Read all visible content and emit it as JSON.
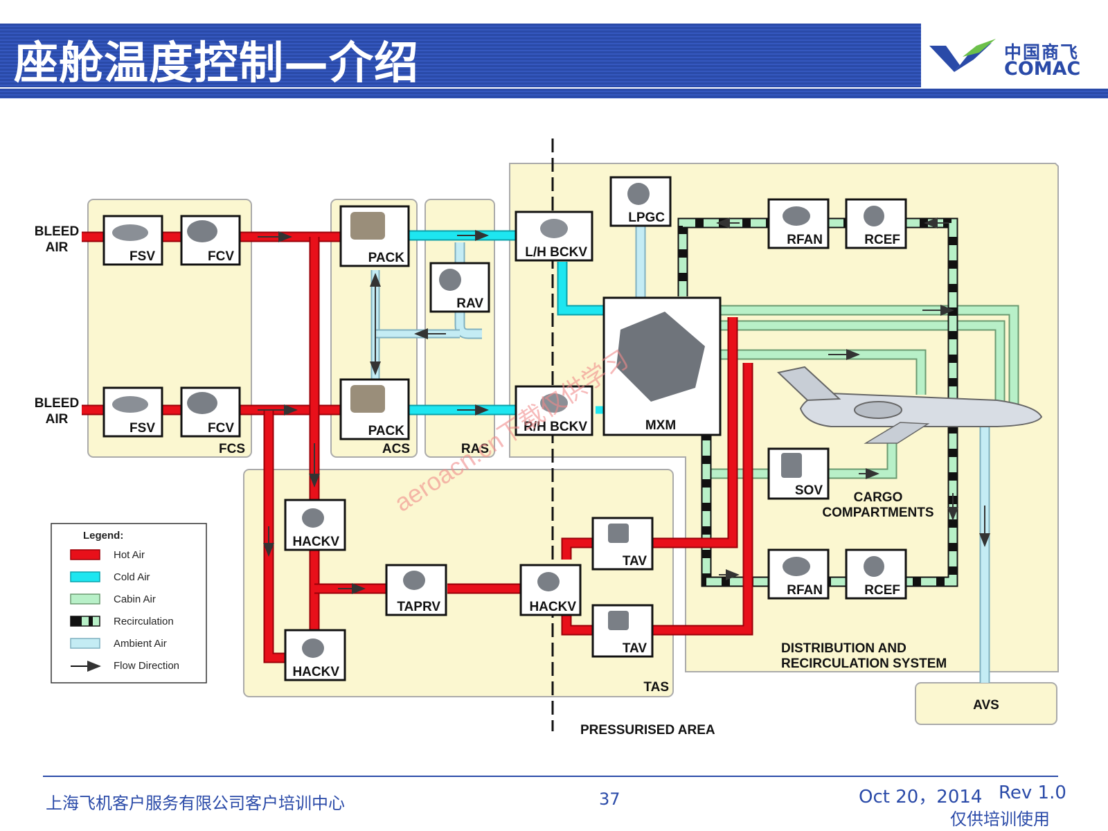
{
  "title": "座舱温度控制—介绍",
  "logo": {
    "cn": "中国商飞",
    "en": "COMAC"
  },
  "diagram": {
    "bleed_air_top": [
      "BLEED",
      "AIR"
    ],
    "bleed_air_bottom": [
      "BLEED",
      "AIR"
    ],
    "components": {
      "fsv_top": "FSV",
      "fcv_top": "FCV",
      "fsv_bottom": "FSV",
      "fcv_bottom": "FCV",
      "pack_top": "PACK",
      "pack_bottom": "PACK",
      "rav": "RAV",
      "lh_bckv": "L/H BCKV",
      "rh_bckv": "R/H BCKV",
      "lpgc": "LPGC",
      "mxm": "MXM",
      "rfan_top": "RFAN",
      "rcef_top": "RCEF",
      "rfan_bottom": "RFAN",
      "rcef_bottom": "RCEF",
      "sov": "SOV",
      "hackv_top": "HACKV",
      "hackv_bottom": "HACKV",
      "hackv_mid": "HACKV",
      "taprv": "TAPRV",
      "tav_top": "TAV",
      "tav_bottom": "TAV"
    },
    "zones": {
      "fcs": "FCS",
      "acs": "ACS",
      "ras": "RAS",
      "tas": "TAS",
      "avs": "AVS",
      "cargo": [
        "CARGO",
        "COMPARTMENTS"
      ],
      "distribution": [
        "DISTRIBUTION AND",
        "RECIRCULATION SYSTEM"
      ],
      "pressurised": "PRESSURISED AREA"
    },
    "legend": {
      "title": "Legend:",
      "items": [
        "Hot Air",
        "Cold Air",
        "Cabin Air",
        "Recirculation",
        "Ambient Air",
        "Flow Direction"
      ]
    },
    "colors": {
      "hot": "#e8101a",
      "cold": "#1ee6f0",
      "cabin": "#b8f0c8",
      "ambient": "#c4ecf4",
      "zone": "#fbf7d0",
      "recirc_dark": "#111111"
    },
    "watermark": "aeroacn.cn下载仅供学习"
  },
  "footer": {
    "org": "上海飞机客户服务有限公司客户培训中心",
    "page": "37",
    "date": "Oct 20，2014",
    "rev": "Rev 1.0",
    "note": "仅供培训使用"
  }
}
